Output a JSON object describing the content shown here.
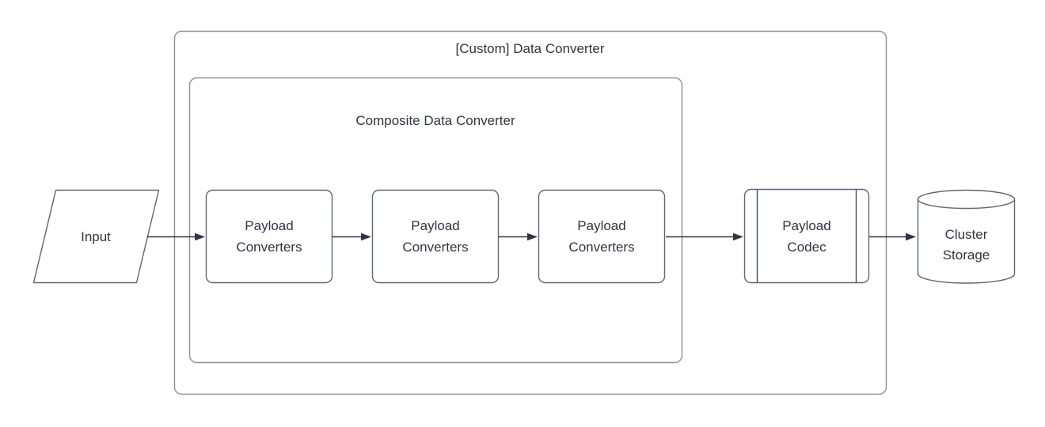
{
  "diagram": {
    "type": "flowchart",
    "containers": {
      "custom_data_converter": {
        "label": "[Custom] Data Converter"
      },
      "composite_data_converter": {
        "label": "Composite Data Converter"
      }
    },
    "nodes": {
      "input": {
        "label": "Input",
        "shape": "parallelogram"
      },
      "payload_converters_1": {
        "label": "Payload Converters",
        "shape": "rounded-rectangle"
      },
      "payload_converters_2": {
        "label": "Payload Converters",
        "shape": "rounded-rectangle"
      },
      "payload_converters_3": {
        "label": "Payload Converters",
        "shape": "rounded-rectangle"
      },
      "payload_codec": {
        "label": "Payload Codec",
        "shape": "predefined-process"
      },
      "cluster_storage": {
        "label": "Cluster Storage",
        "shape": "cylinder"
      }
    },
    "edges": [
      {
        "from": "input",
        "to": "payload_converters_1",
        "arrow": true
      },
      {
        "from": "payload_converters_1",
        "to": "payload_converters_2",
        "arrow": true
      },
      {
        "from": "payload_converters_2",
        "to": "payload_converters_3",
        "arrow": true
      },
      {
        "from": "payload_converters_3",
        "to": "payload_codec",
        "arrow": true
      },
      {
        "from": "payload_codec",
        "to": "cluster_storage",
        "arrow": true
      }
    ],
    "colors": {
      "background": "#ffffff",
      "container_stroke": "#8a9099",
      "shape_stroke": "#5f6672",
      "arrow": "#2f3542",
      "text": "#2f3542"
    }
  }
}
